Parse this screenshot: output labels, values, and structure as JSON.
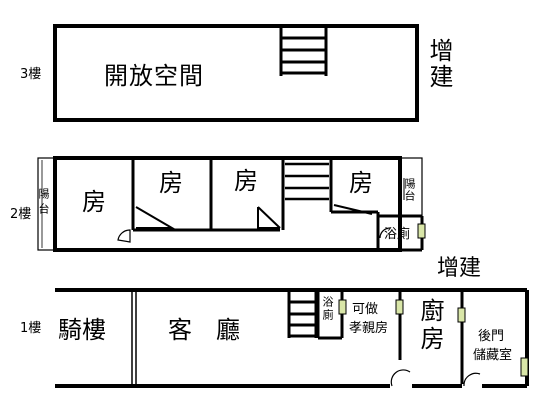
{
  "floor3": {
    "floor_label": "3樓",
    "open_space": "開放空間",
    "extension": "增建"
  },
  "floor2": {
    "floor_label": "2樓",
    "balcony_left": "陽台",
    "room1": "房",
    "room2": "房",
    "room3": "房",
    "room4": "房",
    "balcony_right": "陽台",
    "bathroom": "浴廁"
  },
  "floor1": {
    "floor_label": "1樓",
    "extension": "增建",
    "arcade": "騎樓",
    "living_room": "客　廳",
    "bathroom": "浴廁",
    "parent_room_line1": "可做",
    "parent_room_line2": "孝親房",
    "kitchen": "廚房",
    "storage_line1": "後門",
    "storage_line2": "儲藏室"
  }
}
